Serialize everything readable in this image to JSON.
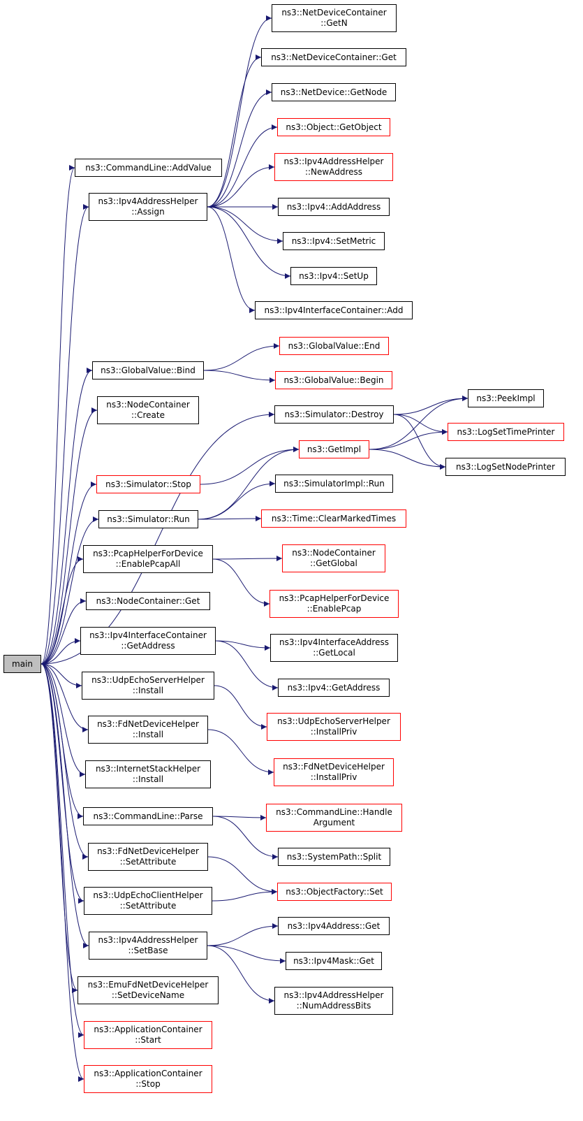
{
  "colors": {
    "edge": "#191970",
    "box_border": "#000000",
    "external_border": "#ff0000",
    "root_fill": "#bfbfbf"
  },
  "nodes": {
    "main": {
      "lines": [
        "main"
      ],
      "style": "root"
    },
    "cl_addvalue": {
      "lines": [
        "ns3::CommandLine::AddValue"
      ],
      "style": "normal"
    },
    "ipv4ah_assign": {
      "lines": [
        "ns3::Ipv4AddressHelper",
        "::Assign"
      ],
      "style": "normal"
    },
    "gv_bind": {
      "lines": [
        "ns3::GlobalValue::Bind"
      ],
      "style": "normal"
    },
    "nc_create": {
      "lines": [
        "ns3::NodeContainer",
        "::Create"
      ],
      "style": "normal"
    },
    "sim_stop": {
      "lines": [
        "ns3::Simulator::Stop"
      ],
      "style": "red"
    },
    "sim_run": {
      "lines": [
        "ns3::Simulator::Run"
      ],
      "style": "normal"
    },
    "pcap_enableall": {
      "lines": [
        "ns3::PcapHelperForDevice",
        "::EnablePcapAll"
      ],
      "style": "normal"
    },
    "nc_get": {
      "lines": [
        "ns3::NodeContainer::Get"
      ],
      "style": "normal"
    },
    "ipv4ic_getaddress": {
      "lines": [
        "ns3::Ipv4InterfaceContainer",
        "::GetAddress"
      ],
      "style": "normal"
    },
    "udpserver_install": {
      "lines": [
        "ns3::UdpEchoServerHelper",
        "::Install"
      ],
      "style": "normal"
    },
    "fdnet_install": {
      "lines": [
        "ns3::FdNetDeviceHelper",
        "::Install"
      ],
      "style": "normal"
    },
    "inet_install": {
      "lines": [
        "ns3::InternetStackHelper",
        "::Install"
      ],
      "style": "normal"
    },
    "cl_parse": {
      "lines": [
        "ns3::CommandLine::Parse"
      ],
      "style": "normal"
    },
    "fdnet_setattr": {
      "lines": [
        "ns3::FdNetDeviceHelper",
        "::SetAttribute"
      ],
      "style": "normal"
    },
    "udpclient_setattr": {
      "lines": [
        "ns3::UdpEchoClientHelper",
        "::SetAttribute"
      ],
      "style": "normal"
    },
    "ipv4ah_setbase": {
      "lines": [
        "ns3::Ipv4AddressHelper",
        "::SetBase"
      ],
      "style": "normal"
    },
    "emufd_setdevname": {
      "lines": [
        "ns3::EmuFdNetDeviceHelper",
        "::SetDeviceName"
      ],
      "style": "normal"
    },
    "app_start": {
      "lines": [
        "ns3::ApplicationContainer",
        "::Start"
      ],
      "style": "red"
    },
    "app_stop": {
      "lines": [
        "ns3::ApplicationContainer",
        "::Stop"
      ],
      "style": "red"
    },
    "ndc_getn": {
      "lines": [
        "ns3::NetDeviceContainer",
        "::GetN"
      ],
      "style": "normal"
    },
    "ndc_get": {
      "lines": [
        "ns3::NetDeviceContainer::Get"
      ],
      "style": "normal"
    },
    "nd_getnode": {
      "lines": [
        "ns3::NetDevice::GetNode"
      ],
      "style": "normal"
    },
    "obj_getobject": {
      "lines": [
        "ns3::Object::GetObject"
      ],
      "style": "red"
    },
    "ipv4ah_newaddress": {
      "lines": [
        "ns3::Ipv4AddressHelper",
        "::NewAddress"
      ],
      "style": "red"
    },
    "ipv4_addaddress": {
      "lines": [
        "ns3::Ipv4::AddAddress"
      ],
      "style": "normal"
    },
    "ipv4_setmetric": {
      "lines": [
        "ns3::Ipv4::SetMetric"
      ],
      "style": "normal"
    },
    "ipv4_setup": {
      "lines": [
        "ns3::Ipv4::SetUp"
      ],
      "style": "normal"
    },
    "ipv4ic_add": {
      "lines": [
        "ns3::Ipv4InterfaceContainer::Add"
      ],
      "style": "normal"
    },
    "gv_end": {
      "lines": [
        "ns3::GlobalValue::End"
      ],
      "style": "red"
    },
    "gv_begin": {
      "lines": [
        "ns3::GlobalValue::Begin"
      ],
      "style": "red"
    },
    "sim_destroy": {
      "lines": [
        "ns3::Simulator::Destroy"
      ],
      "style": "normal"
    },
    "getimpl": {
      "lines": [
        "ns3::GetImpl"
      ],
      "style": "red"
    },
    "simimpl_run": {
      "lines": [
        "ns3::SimulatorImpl::Run"
      ],
      "style": "normal"
    },
    "time_clearmarked": {
      "lines": [
        "ns3::Time::ClearMarkedTimes"
      ],
      "style": "red"
    },
    "nc_getglobal": {
      "lines": [
        "ns3::NodeContainer",
        "::GetGlobal"
      ],
      "style": "red"
    },
    "pcap_enablepcap": {
      "lines": [
        "ns3::PcapHelperForDevice",
        "::EnablePcap"
      ],
      "style": "red"
    },
    "ipv4ia_getlocal": {
      "lines": [
        "ns3::Ipv4InterfaceAddress",
        "::GetLocal"
      ],
      "style": "normal"
    },
    "ipv4_getaddress": {
      "lines": [
        "ns3::Ipv4::GetAddress"
      ],
      "style": "normal"
    },
    "udpserver_installpriv": {
      "lines": [
        "ns3::UdpEchoServerHelper",
        "::InstallPriv"
      ],
      "style": "red"
    },
    "fdnet_installpriv": {
      "lines": [
        "ns3::FdNetDeviceHelper",
        "::InstallPriv"
      ],
      "style": "red"
    },
    "cl_handleargument": {
      "lines": [
        "ns3::CommandLine::Handle",
        "Argument"
      ],
      "style": "red"
    },
    "syspath_split": {
      "lines": [
        "ns3::SystemPath::Split"
      ],
      "style": "normal"
    },
    "objfactory_set": {
      "lines": [
        "ns3::ObjectFactory::Set"
      ],
      "style": "red"
    },
    "ipv4addr_get": {
      "lines": [
        "ns3::Ipv4Address::Get"
      ],
      "style": "normal"
    },
    "ipv4mask_get": {
      "lines": [
        "ns3::Ipv4Mask::Get"
      ],
      "style": "normal"
    },
    "ipv4ah_numaddrbits": {
      "lines": [
        "ns3::Ipv4AddressHelper",
        "::NumAddressBits"
      ],
      "style": "normal"
    },
    "peekimpl": {
      "lines": [
        "ns3::PeekImpl"
      ],
      "style": "normal"
    },
    "logsettimeprinter": {
      "lines": [
        "ns3::LogSetTimePrinter"
      ],
      "style": "red"
    },
    "logsetnodeprinter": {
      "lines": [
        "ns3::LogSetNodePrinter"
      ],
      "style": "normal"
    }
  },
  "edges": [
    [
      "main",
      "cl_addvalue"
    ],
    [
      "main",
      "ipv4ah_assign"
    ],
    [
      "main",
      "gv_bind"
    ],
    [
      "main",
      "nc_create"
    ],
    [
      "main",
      "sim_destroy"
    ],
    [
      "main",
      "sim_stop"
    ],
    [
      "main",
      "sim_run"
    ],
    [
      "main",
      "pcap_enableall"
    ],
    [
      "main",
      "nc_get"
    ],
    [
      "main",
      "ipv4ic_getaddress"
    ],
    [
      "main",
      "udpserver_install"
    ],
    [
      "main",
      "fdnet_install"
    ],
    [
      "main",
      "inet_install"
    ],
    [
      "main",
      "cl_parse"
    ],
    [
      "main",
      "fdnet_setattr"
    ],
    [
      "main",
      "udpclient_setattr"
    ],
    [
      "main",
      "ipv4ah_setbase"
    ],
    [
      "main",
      "emufd_setdevname"
    ],
    [
      "main",
      "app_start"
    ],
    [
      "main",
      "app_stop"
    ],
    [
      "ipv4ah_assign",
      "ndc_getn"
    ],
    [
      "ipv4ah_assign",
      "ndc_get"
    ],
    [
      "ipv4ah_assign",
      "nd_getnode"
    ],
    [
      "ipv4ah_assign",
      "obj_getobject"
    ],
    [
      "ipv4ah_assign",
      "ipv4ah_newaddress"
    ],
    [
      "ipv4ah_assign",
      "ipv4_addaddress"
    ],
    [
      "ipv4ah_assign",
      "ipv4_setmetric"
    ],
    [
      "ipv4ah_assign",
      "ipv4_setup"
    ],
    [
      "ipv4ah_assign",
      "ipv4ic_add"
    ],
    [
      "gv_bind",
      "gv_end"
    ],
    [
      "gv_bind",
      "gv_begin"
    ],
    [
      "sim_destroy",
      "peekimpl"
    ],
    [
      "sim_destroy",
      "logsettimeprinter"
    ],
    [
      "sim_destroy",
      "logsetnodeprinter"
    ],
    [
      "sim_stop",
      "getimpl"
    ],
    [
      "sim_run",
      "getimpl"
    ],
    [
      "sim_run",
      "simimpl_run"
    ],
    [
      "sim_run",
      "time_clearmarked"
    ],
    [
      "getimpl",
      "peekimpl"
    ],
    [
      "getimpl",
      "logsettimeprinter"
    ],
    [
      "getimpl",
      "logsetnodeprinter"
    ],
    [
      "pcap_enableall",
      "nc_getglobal"
    ],
    [
      "pcap_enableall",
      "pcap_enablepcap"
    ],
    [
      "ipv4ic_getaddress",
      "ipv4ia_getlocal"
    ],
    [
      "ipv4ic_getaddress",
      "ipv4_getaddress"
    ],
    [
      "udpserver_install",
      "udpserver_installpriv"
    ],
    [
      "fdnet_install",
      "fdnet_installpriv"
    ],
    [
      "cl_parse",
      "cl_handleargument"
    ],
    [
      "cl_parse",
      "syspath_split"
    ],
    [
      "fdnet_setattr",
      "objfactory_set"
    ],
    [
      "udpclient_setattr",
      "objfactory_set"
    ],
    [
      "ipv4ah_setbase",
      "ipv4addr_get"
    ],
    [
      "ipv4ah_setbase",
      "ipv4mask_get"
    ],
    [
      "ipv4ah_setbase",
      "ipv4ah_numaddrbits"
    ]
  ]
}
